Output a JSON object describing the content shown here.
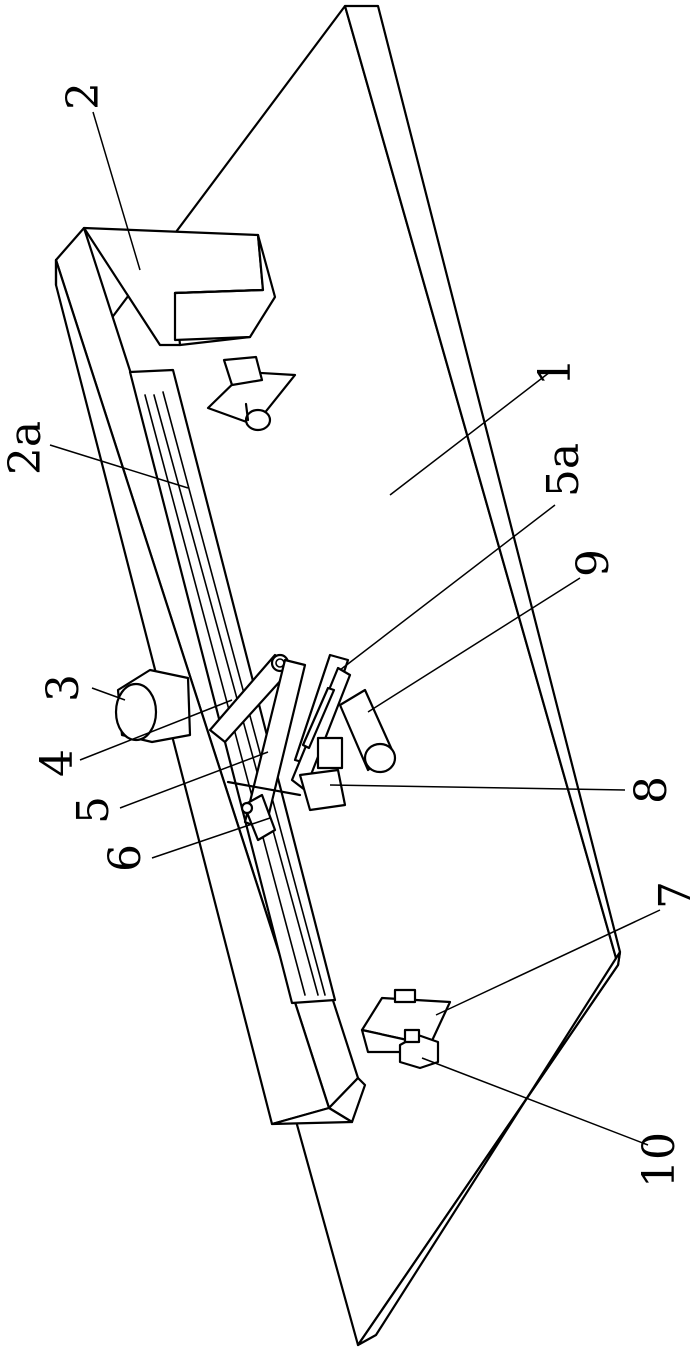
{
  "labels": {
    "base_plate": "1",
    "frame": "2",
    "guide_slot": "2a",
    "motor": "3",
    "crank": "4",
    "link": "5",
    "link_slot": "5a",
    "slider": "6",
    "stop_block": "7",
    "pivot_block": "8",
    "roller": "9",
    "stop_pin": "10"
  }
}
